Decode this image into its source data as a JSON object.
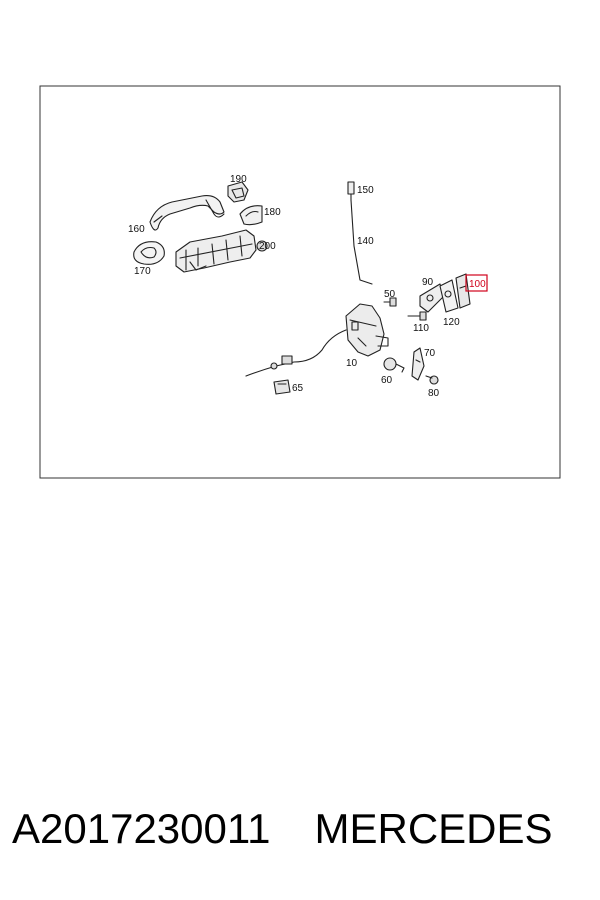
{
  "diagram": {
    "callouts": {
      "c10": "10",
      "c50": "50",
      "c60": "60",
      "c65": "65",
      "c70": "70",
      "c80": "80",
      "c90": "90",
      "c100": "100",
      "c110": "110",
      "c120": "120",
      "c140": "140",
      "c150": "150",
      "c160": "160",
      "c170": "170",
      "c180": "180",
      "c190": "190",
      "c200": "200"
    },
    "highlighted_callout": "100",
    "highlight_color": "#d0021b"
  },
  "caption": {
    "part_number": "A2017230011",
    "brand": "MERCEDES"
  }
}
